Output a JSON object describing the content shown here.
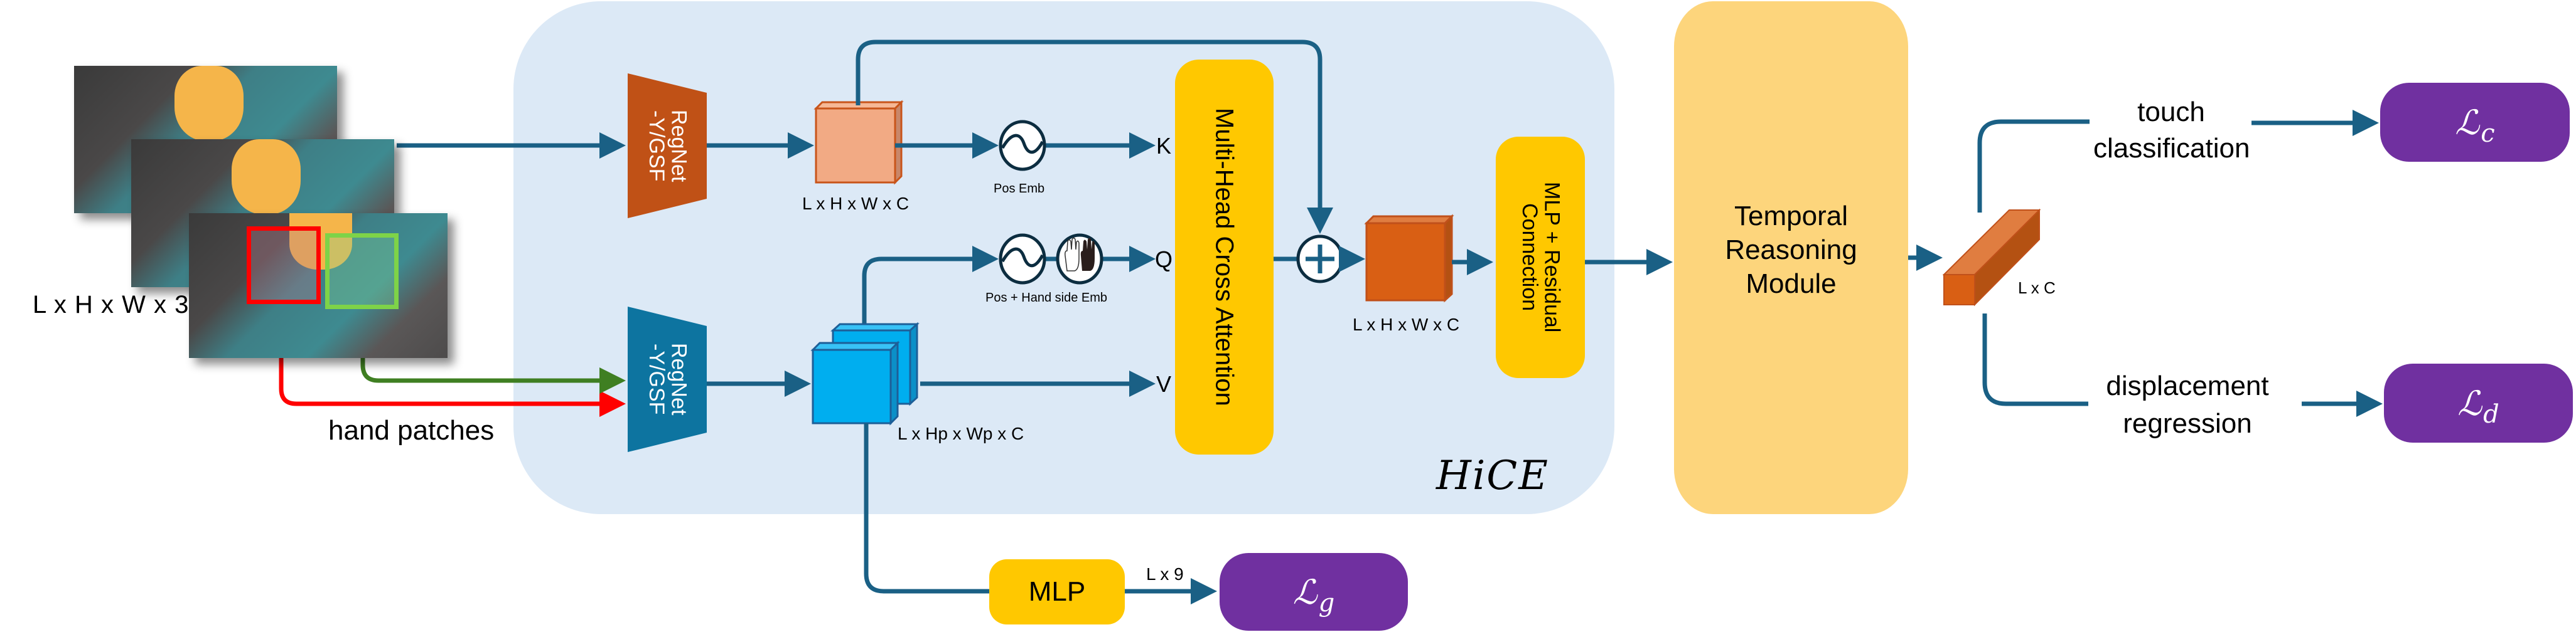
{
  "title": "HiCE hand-interaction pipeline diagram",
  "input": {
    "frames_label": "L x H x W x 3",
    "hand_patches_label": "hand patches",
    "frame_count": 3,
    "hand_box_colors": {
      "left_hand": "#ff0000",
      "right_hand": "#7ed348"
    }
  },
  "hice": {
    "module_name": "HiCE",
    "backbone_top": {
      "line1": "RegNet",
      "line2": "-Y/GSF"
    },
    "backbone_bottom": {
      "line1": "RegNet",
      "line2": "-Y/GSF"
    },
    "frame_feature_label": "L x H x W x C",
    "patch_feature_label": "L x Hp x Wp x C",
    "pos_emb_label": "Pos Emb",
    "pos_hand_emb_label": "Pos + Hand side Emb",
    "k_label": "K",
    "q_label": "Q",
    "v_label": "V",
    "attention_label": "Multi-Head Cross Attention",
    "sum_feature_label": "L x H x W x C",
    "mlp_residual": {
      "line1": "MLP + Residual",
      "line2": "Connection"
    }
  },
  "temporal": {
    "line1": "Temporal",
    "line2": "Reasoning",
    "line3": "Module"
  },
  "temporal_feature_label": "L x C",
  "heads": {
    "touch": {
      "line1": "touch",
      "line2": "classification",
      "loss_symbol": "ℒ",
      "loss_sub": "c"
    },
    "displacement": {
      "line1": "displacement",
      "line2": "regression",
      "loss_symbol": "ℒ",
      "loss_sub": "d"
    }
  },
  "grasp_branch": {
    "mlp_label": "MLP",
    "output_label": "L x 9",
    "loss_symbol": "ℒ",
    "loss_sub": "g"
  },
  "colors": {
    "arrow": "#1a6085",
    "hice_bg": "#dce9f6",
    "backbone_top": "#c05116",
    "backbone_bottom": "#0d74a0",
    "yellow_block": "#ffc800",
    "temporal_bg": "#fdd57c",
    "loss_purple": "#7030a0",
    "patch_cube": "#00aeef",
    "frame_cube": "#f2aa84",
    "out_cube": "#d95f14"
  }
}
